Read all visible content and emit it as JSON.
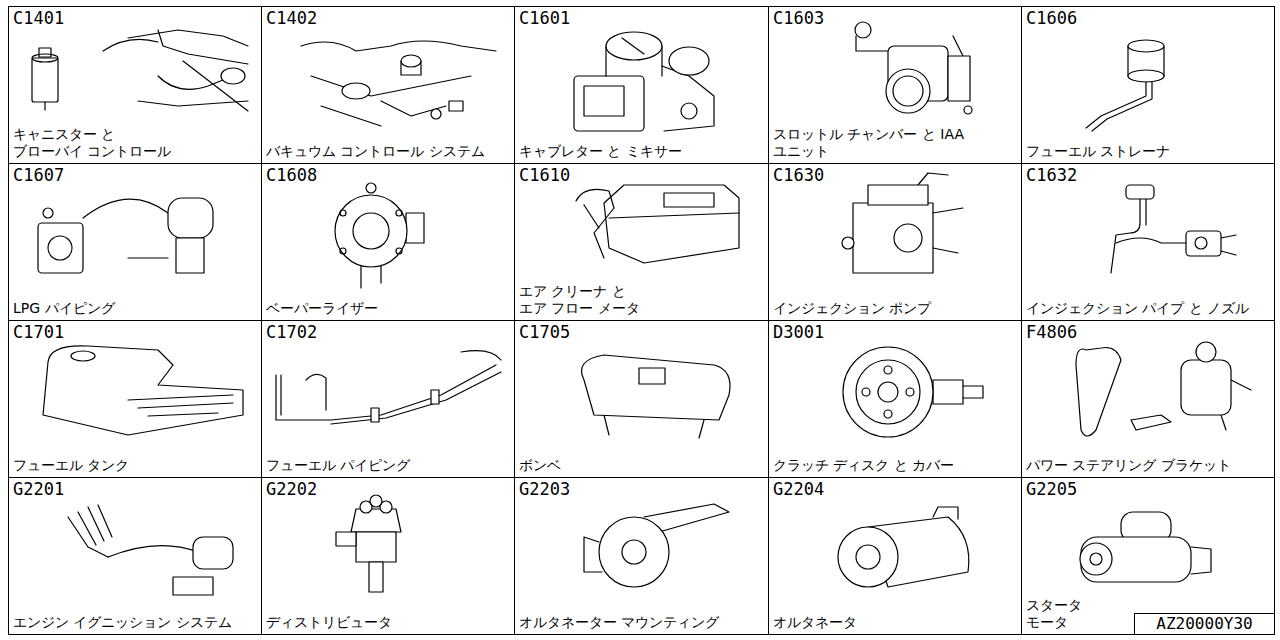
{
  "diagram": {
    "nodes": [
      {
        "text": [
          "C1401",
          "キャニスター と ブローバイ コントロール"
        ]
      },
      {
        "text": [
          "C1402",
          "バキュウム コントロール システム"
        ]
      },
      {
        "text": [
          "C1601",
          "キャブレター と ミキサー"
        ]
      },
      {
        "text": [
          "C1603",
          "スロットル チャンバー と IAA ユニット"
        ]
      },
      {
        "text": [
          "C1606",
          "フューエル ストレーナ"
        ]
      },
      {
        "text": [
          "C1607",
          "LPG パイピング"
        ]
      },
      {
        "text": [
          "C1608",
          "ベーパーライザー"
        ]
      },
      {
        "text": [
          "C1610",
          "エア クリーナ と エア フロー メータ"
        ]
      },
      {
        "text": [
          "C1630",
          "インジェクション ポンプ"
        ]
      },
      {
        "text": [
          "C1632",
          "インジェクション パイプ と ノズル"
        ]
      },
      {
        "text": [
          "C1701",
          "フューエル タンク"
        ]
      },
      {
        "text": [
          "C1702",
          "フューエル パイピング"
        ]
      },
      {
        "text": [
          "C1705",
          "ボンベ"
        ]
      },
      {
        "text": [
          "D3001",
          "クラッチ ディスク と カバー"
        ]
      },
      {
        "text": [
          "F4806",
          "パワー ステアリング ブラケット"
        ]
      },
      {
        "text": [
          "G2201",
          "エンジン イグニッション システム"
        ]
      },
      {
        "text": [
          "G2202",
          "ディストリビュータ"
        ]
      },
      {
        "text": [
          "G2203",
          "オルタネーター マウンティング"
        ]
      },
      {
        "text": [
          "G2204",
          "オルタネータ"
        ]
      },
      {
        "text": [
          "G2205",
          "スタータ モータ"
        ]
      },
      {
        "text": [
          "AZ20000Y30"
        ],
        "in": 19
      }
    ]
  }
}
